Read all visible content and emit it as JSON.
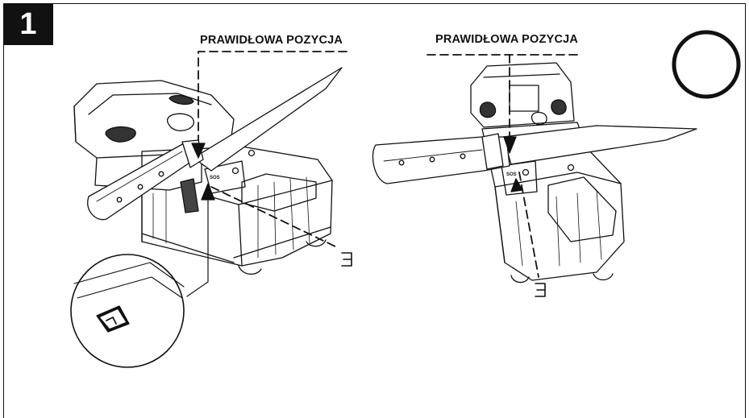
{
  "step": {
    "number": "1"
  },
  "labels": {
    "left": "PRAWIDŁOWA POZYCJA",
    "right": "PRAWIDŁOWA POZYCJA"
  },
  "markers": {
    "slot_symbol": "ᴲ",
    "correct_indicator": "circle-icon"
  },
  "colors": {
    "ink": "#111111",
    "background": "#ffffff"
  }
}
